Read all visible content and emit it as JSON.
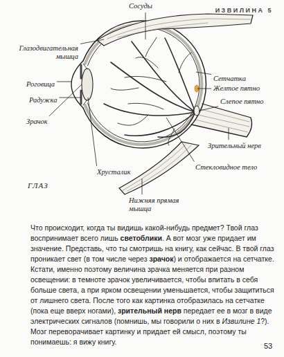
{
  "diagram": {
    "labels": [
      "ИЗВИЛИНА 5",
      "Сосуды",
      "Глазодвигательная мышца",
      "Роговица",
      "Радужка",
      "Зрачок",
      "Хрусталик",
      "Сетчатка",
      "Желтое пятно",
      "Слепое пятно",
      "Зрительный нерв",
      "Стекловидное тело",
      "Нижняя прямая мышца",
      "ГЛАЗ",
      "Что происходит, когда ты видишь какой-нибудь предмет? Твой глаз воспринимает всего лишь ",
      "светоблики",
      ". А вот мозг уже придает им значение. Представь, что ты смотришь на книгу, как сейчас. В твой глаз проникает свет (в том числе через ",
      "зрачок",
      ") и отображается на сетчатке. Кстати, именно поэтому величина зрачка меняется при разном освещении: в темноте зрачок увеличивается, чтобы впитать в себя больше света, а при ярком освещении уменьшается, чтобы защититься от лишнего света. После того как картинка отобразилась на сетчатке (пока еще вверх ногами), ",
      "зрительный нерв",
      " передает ее в мозг в виде электрических сигналов (помнишь, мы говорили о них в ",
      "Извилине 1",
      "?). Мозг переворачивает картинку и придает ей смысл, поэтому ты понимаешь: я вижу книгу.",
      "53"
    ]
  }
}
